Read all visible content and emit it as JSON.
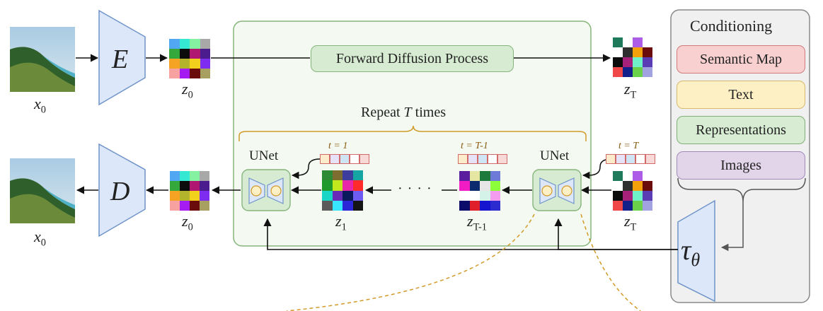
{
  "encoder": {
    "label": "E"
  },
  "decoder": {
    "label": "D"
  },
  "input": {
    "label": "x",
    "sub": "0"
  },
  "output": {
    "label": "x",
    "sub": "0"
  },
  "latent_top_left": {
    "label": "z",
    "sub": "0"
  },
  "latent_top_right": {
    "label": "z",
    "sub": "T"
  },
  "latent_bottom_left": {
    "label": "z",
    "sub": "0"
  },
  "latent_z1": {
    "label": "z",
    "sub": "1"
  },
  "latent_zT1": {
    "label": "z",
    "sub": "T-1"
  },
  "latent_bottom_right": {
    "label": "z",
    "sub": "T"
  },
  "forward": {
    "label": "Forward Diffusion Process"
  },
  "repeat": {
    "prefix": "Repeat ",
    "var": "T",
    "suffix": " times"
  },
  "unet_left": {
    "label": "UNet"
  },
  "unet_right": {
    "label": "UNet"
  },
  "ellipsis": "· · · ·",
  "timesteps": {
    "t1": "t = 1",
    "tT1": "t = T-1",
    "tT": "t = T"
  },
  "conditioning": {
    "title": "Conditioning",
    "items": [
      {
        "label": "Semantic Map",
        "fill": "#f8d0d0",
        "border": "#d27b7b"
      },
      {
        "label": "Text",
        "fill": "#fdf0c4",
        "border": "#d8b86a"
      },
      {
        "label": "Representations",
        "fill": "#d7ecd3",
        "border": "#7fae78"
      },
      {
        "label": "Images",
        "fill": "#e2d5ea",
        "border": "#a48ab8"
      }
    ]
  },
  "tau": {
    "label": "τ",
    "sub": "θ"
  },
  "colors": {
    "trapezoid_fill": "#dce8fa",
    "trapezoid_border": "#6f93c8",
    "diffusion_fill": "#f4faf1",
    "diffusion_border": "#86b57c",
    "pill_fill": "#d6ebd1",
    "dashed": "#d39a2a",
    "panel_fill": "#f0f0f0",
    "panel_border": "#8a8a8a"
  },
  "latent_grids": {
    "z0": [
      "#52a7f2",
      "#35e8d3",
      "#84f2a1",
      "#a8a8a8",
      "#34a83a",
      "#0c0c0c",
      "#b01770",
      "#4a1c8e",
      "#f4a323",
      "#b4b42c",
      "#f2d11c",
      "#7d2cf0",
      "#f7a1a1",
      "#a41cf2",
      "#6a0c0c",
      "#a8a060"
    ],
    "zT": [
      "#1e7a5a",
      "#ffffff",
      "#ad5ce8",
      "#ffffff",
      "#ffffff",
      "#2f2f2f",
      "#f5a10c",
      "#6a0c0c",
      "#0c0c0c",
      "#a6217a",
      "#6ff2c7",
      "#5a3cb5",
      "#f04848",
      "#13208a",
      "#6ad24a",
      "#a2a2e0"
    ],
    "z1": [
      "#2c8a34",
      "#7d6d2e",
      "#3d3d9e",
      "#15a5a2",
      "#1e9a2c",
      "#c0e81c",
      "#e826a8",
      "#ff2a2a",
      "#18d5c5",
      "#6a2ab8",
      "#0a1a5c",
      "#6e5cf2",
      "#5a5a5a",
      "#39e6ff",
      "#2b27d8",
      "#151515"
    ],
    "zT1": [
      "#5b1e9e",
      "#e6e6a3",
      "#1e7a3a",
      "#6e7ad8",
      "#f21cc4",
      "#0c2a6e",
      "#e6e6e6",
      "#8cff3a",
      "#ffffff",
      "#ffffff",
      "#d4f2e8",
      "#f49cf0",
      "#0c0c6a",
      "#e0202a",
      "#1515d0",
      "#2b2bd0"
    ]
  },
  "timestep_cells": [
    "#fdeccc",
    "#e6e2fa",
    "#cfe4f5",
    "#ffffff",
    "#f9d8d8"
  ]
}
